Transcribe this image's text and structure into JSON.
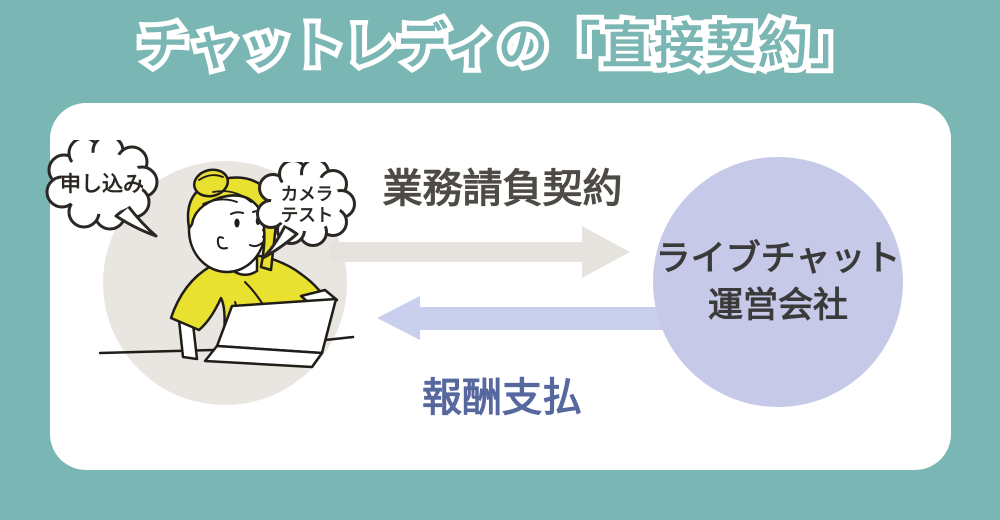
{
  "title": "チャットレディの「直接契約」",
  "diagram": {
    "bubbles": {
      "application": "申し込み",
      "camera_test_line1": "カメラ",
      "camera_test_line2": "テスト"
    },
    "arrows": {
      "contract_label": "業務請負契約",
      "payment_label": "報酬支払"
    },
    "company": {
      "line1": "ライブチャット",
      "line2": "運営会社"
    }
  },
  "colors": {
    "background_teal": "#7ab6b3",
    "card_white": "#ffffff",
    "person_circle_gray": "#e9e6e2",
    "contract_arrow_gray": "#e6e3de",
    "payment_arrow_periwinkle": "#c9cfed",
    "company_circle_lavender": "#c7c9e9",
    "contract_label_color": "#4e4a45",
    "payment_label_color": "#57689f",
    "illustration_yellow": "#e9e130",
    "line_ink": "#201c18"
  }
}
